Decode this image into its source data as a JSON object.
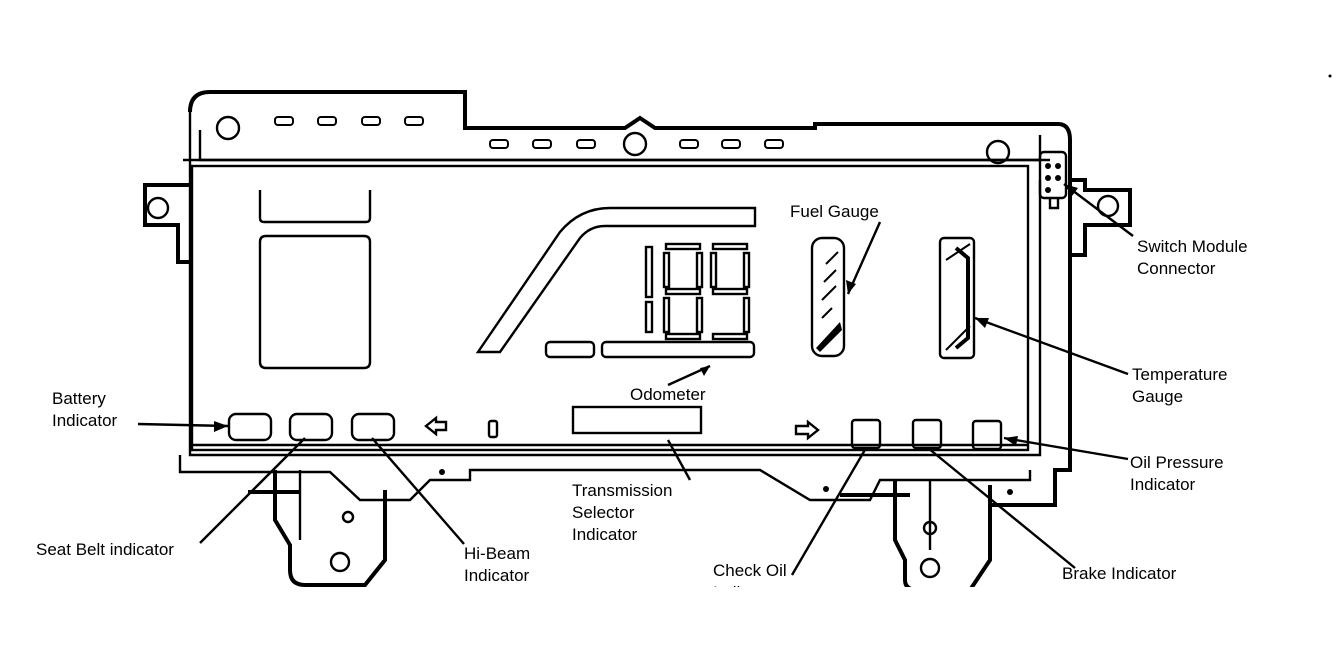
{
  "callouts": {
    "fuel_gauge": [
      "Fuel Gauge"
    ],
    "switch_module_connector": [
      "Switch Module",
      "Connector"
    ],
    "temperature_gauge": [
      "Temperature",
      "Gauge"
    ],
    "odometer": [
      "Odometer"
    ],
    "battery_indicator": [
      "Battery",
      "Indicator"
    ],
    "oil_pressure_indicator": [
      "Oil Pressure",
      "Indicator"
    ],
    "transmission_selector_indicator": [
      "Transmission",
      "Selector",
      "Indicator"
    ],
    "seat_belt_indicator": [
      "Seat Belt indicator"
    ],
    "hi_beam_indicator": [
      "Hi-Beam",
      "Indicator"
    ],
    "check_oil_indicator": [
      "Check Oil",
      "Indicator"
    ],
    "brake_indicator": [
      "Brake Indicator"
    ]
  },
  "display": {
    "digits": "189"
  }
}
